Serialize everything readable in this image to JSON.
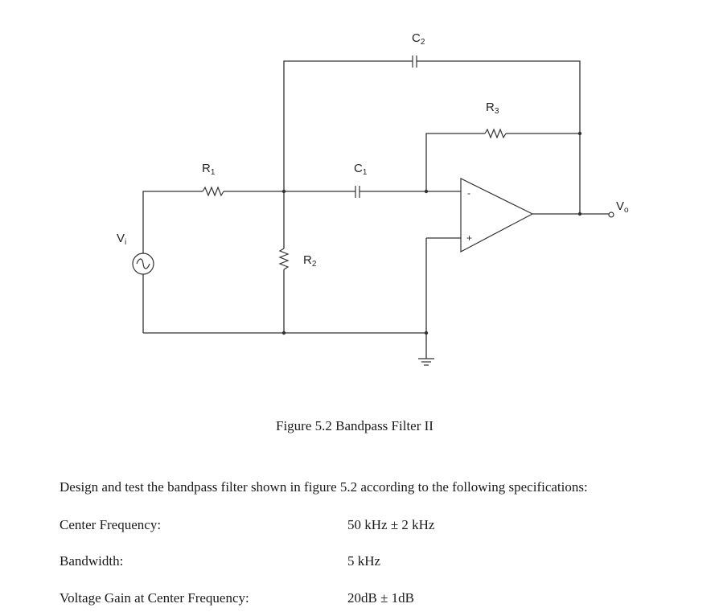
{
  "figure": {
    "caption": "Figure 5.2  Bandpass Filter II",
    "labels": {
      "c2": "C",
      "c2_sub": "2",
      "r3": "R",
      "r3_sub": "3",
      "r1": "R",
      "r1_sub": "1",
      "c1": "C",
      "c1_sub": "1",
      "r2": "R",
      "r2_sub": "2",
      "vi": "V",
      "vi_sub": "i",
      "vo": "V",
      "vo_sub": "o",
      "minus": "-",
      "plus": "+"
    }
  },
  "text": {
    "intro": "Design and test the bandpass filter shown in figure 5.2 according to the following specifications:"
  },
  "specs": [
    {
      "label": "Center Frequency:",
      "value": "50 kHz ± 2 kHz"
    },
    {
      "label": "Bandwidth:",
      "value": "5 kHz"
    },
    {
      "label": "Voltage Gain at Center Frequency:",
      "value": "20dB ± 1dB"
    }
  ]
}
